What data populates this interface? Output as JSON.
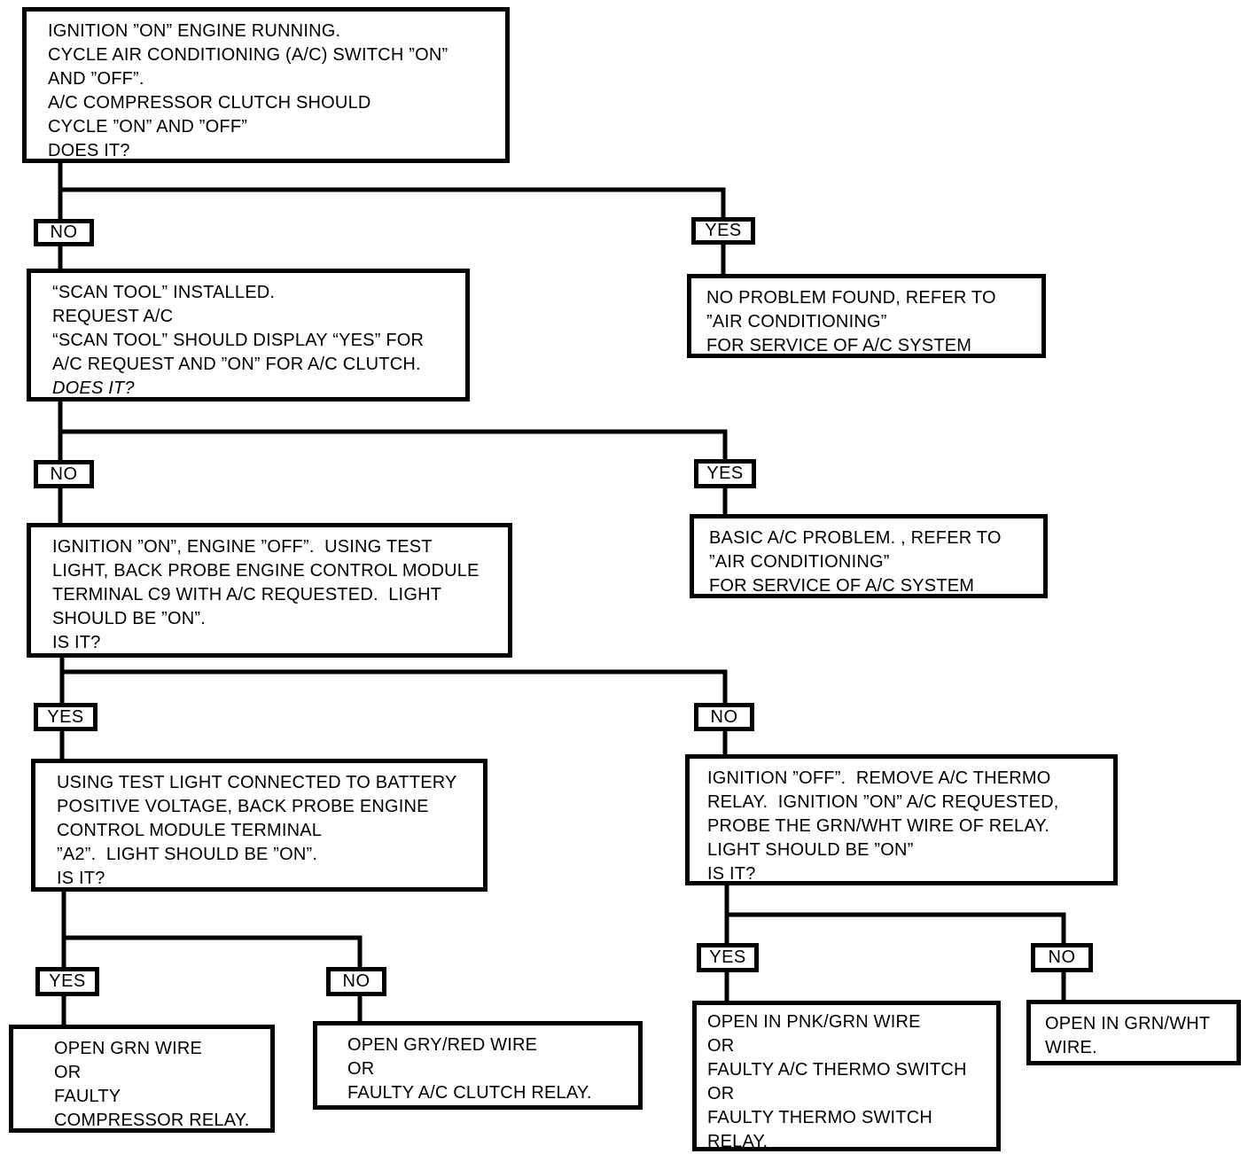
{
  "colors": {
    "ink": "#000000",
    "paper": "#ffffff"
  },
  "labels": {
    "yes": "YES",
    "no": "NO"
  },
  "flow": {
    "root": {
      "lines": [
        "IGNITION ”ON” ENGINE RUNNING.",
        "CYCLE AIR CONDITIONING (A/C) SWITCH ”ON”",
        "AND ”OFF”.",
        "A/C COMPRESSOR CLUTCH SHOULD",
        "CYCLE ”ON” AND ”OFF”",
        "DOES IT?"
      ]
    },
    "scan_tool": {
      "lines": [
        "“SCAN TOOL” INSTALLED.",
        "REQUEST A/C",
        "“SCAN TOOL” SHOULD DISPLAY “YES” FOR",
        "A/C REQUEST AND ”ON” FOR A/C CLUTCH.",
        "DOES IT?"
      ]
    },
    "no_problem": {
      "lines": [
        "NO PROBLEM FOUND, REFER TO",
        "”AIR CONDITIONING”",
        "FOR SERVICE OF A/C SYSTEM"
      ]
    },
    "probe_c9": {
      "lines": [
        "IGNITION ”ON”, ENGINE ”OFF”.  USING TEST",
        "LIGHT, BACK PROBE ENGINE CONTROL MODULE",
        "TERMINAL C9 WITH A/C REQUESTED.  LIGHT",
        "SHOULD BE ”ON”.",
        "IS IT?"
      ]
    },
    "basic_problem": {
      "lines": [
        "BASIC A/C PROBLEM. , REFER TO",
        "”AIR CONDITIONING”",
        "FOR SERVICE OF A/C SYSTEM"
      ]
    },
    "probe_a2": {
      "lines": [
        "USING TEST LIGHT CONNECTED TO BATTERY",
        "POSITIVE VOLTAGE, BACK PROBE ENGINE",
        "CONTROL MODULE TERMINAL",
        "”A2”.  LIGHT SHOULD BE ”ON”.",
        "IS IT?"
      ]
    },
    "thermo_relay": {
      "lines": [
        "IGNITION ”OFF”.  REMOVE A/C THERMO",
        "RELAY.  IGNITION ”ON” A/C REQUESTED,",
        "PROBE THE GRN/WHT WIRE OF RELAY.",
        "LIGHT SHOULD BE ”ON”",
        "IS IT?"
      ]
    },
    "open_grn": {
      "lines": [
        "OPEN GRN WIRE",
        "OR",
        "FAULTY",
        "COMPRESSOR RELAY."
      ]
    },
    "open_gry_red": {
      "lines": [
        "OPEN GRY/RED WIRE",
        "OR",
        "FAULTY A/C CLUTCH RELAY."
      ]
    },
    "open_pnk_grn": {
      "lines": [
        "OPEN IN PNK/GRN WIRE",
        "OR",
        "FAULTY A/C THERMO SWITCH",
        "OR",
        "FAULTY THERMO SWITCH",
        "RELAY."
      ]
    },
    "open_grn_wht": {
      "lines": [
        "OPEN IN GRN/WHT",
        "WIRE."
      ]
    }
  }
}
